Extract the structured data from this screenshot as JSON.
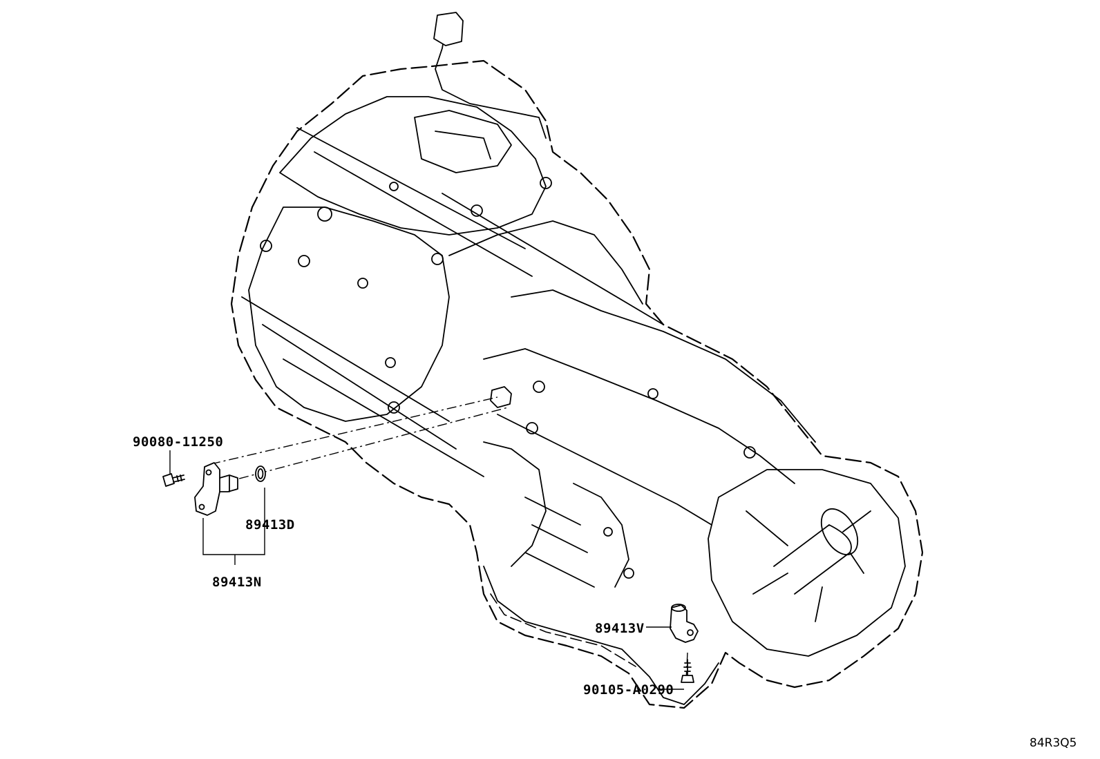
{
  "diagram": {
    "illustration_code": "84R3Q5",
    "callouts": {
      "bolt_sensor_a": "90080-11250",
      "o_ring": "89413D",
      "sensor_assembly": "89413N",
      "speed_sensor_v": "89413V",
      "bolt_sensor_v": "90105-A0290"
    },
    "colors": {
      "line": "#000000",
      "background": "#ffffff"
    }
  }
}
